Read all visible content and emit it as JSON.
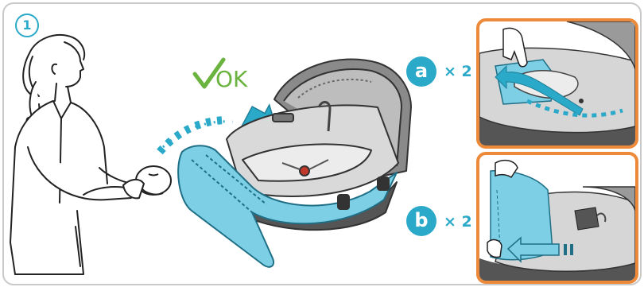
{
  "step": {
    "number": "1"
  },
  "ok": {
    "label": "OK"
  },
  "steps": [
    {
      "letter": "a",
      "count": "× 2"
    },
    {
      "letter": "b",
      "count": "× 2"
    }
  ],
  "colors": {
    "accent": "#2aa9c9",
    "fabric": "#7dcfe6",
    "ok_green": "#6ab33f",
    "panel_border": "#ec8a3a",
    "frame_border": "#c9c9c9"
  },
  "icons": [
    "check-icon",
    "arrow-icon",
    "curved-arrow-icon",
    "hand-icon"
  ]
}
